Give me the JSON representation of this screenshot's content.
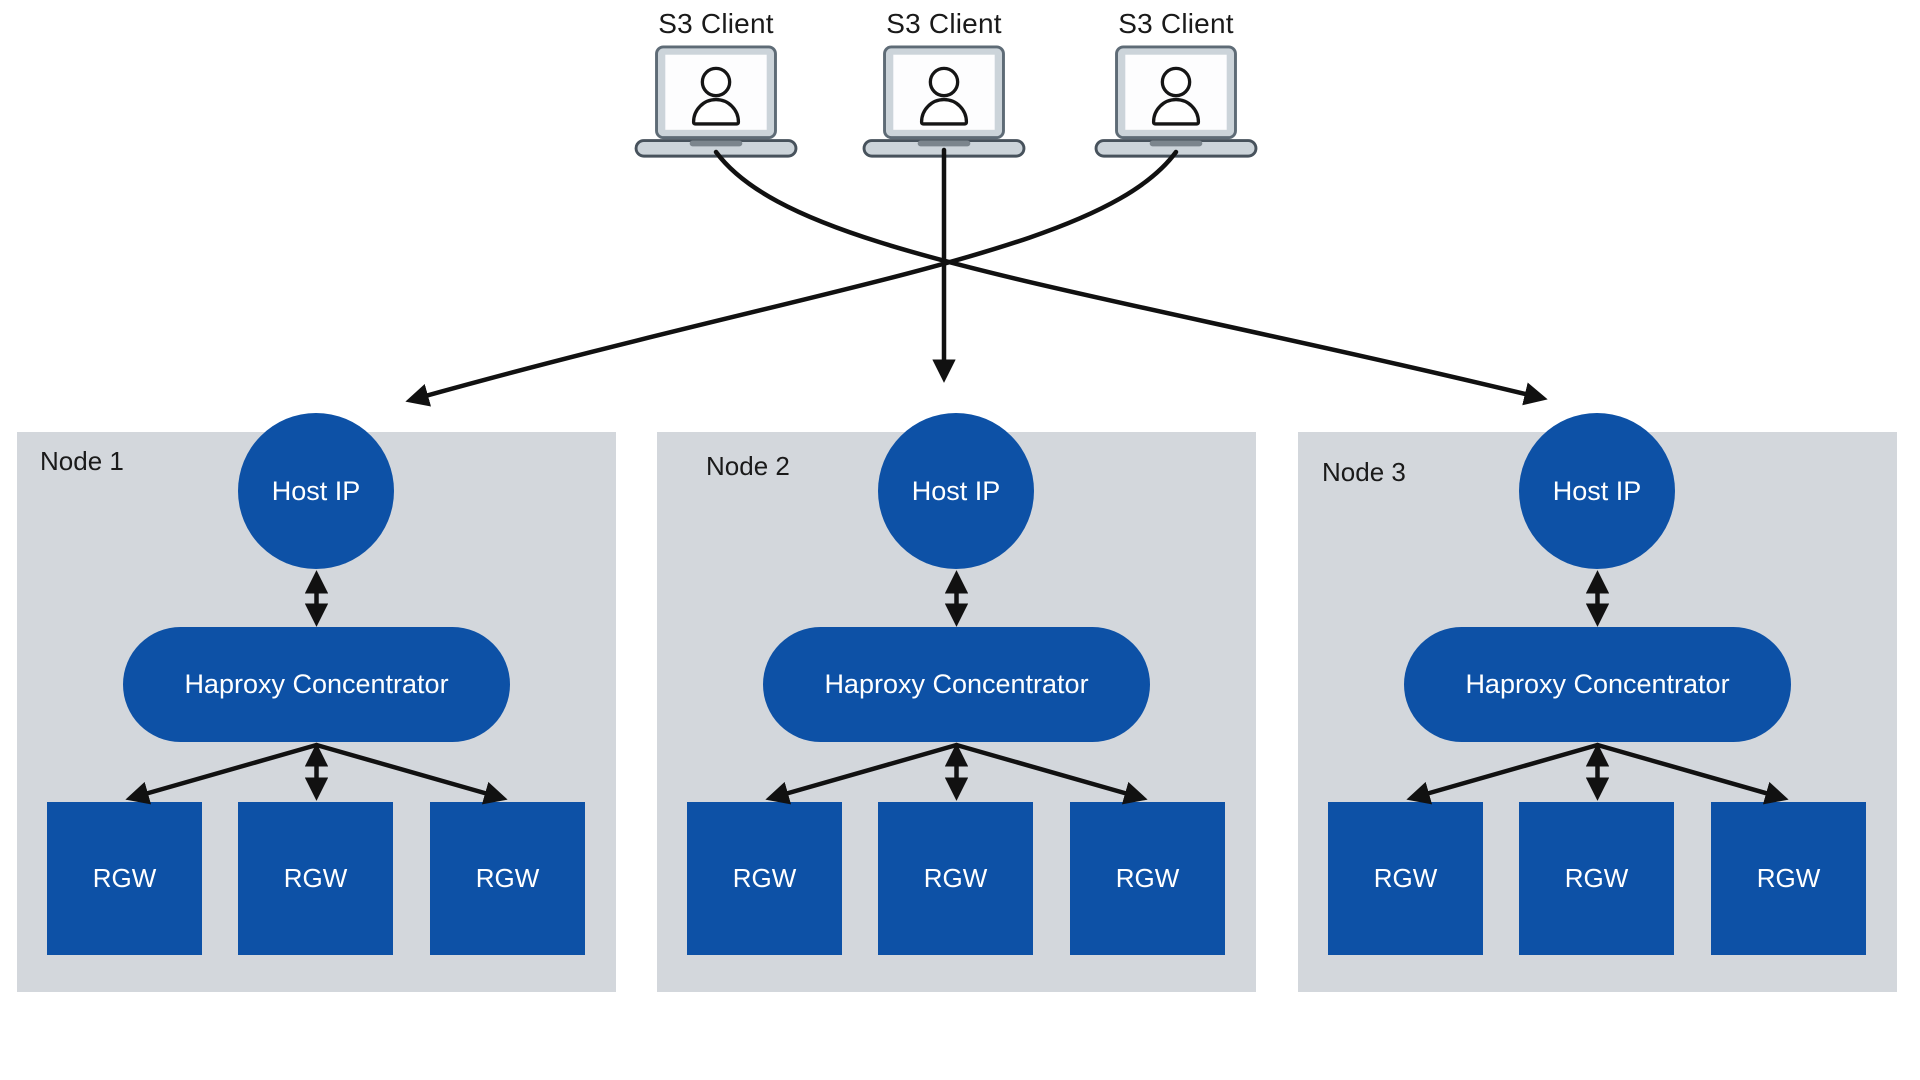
{
  "clients": [
    {
      "label": "S3 Client"
    },
    {
      "label": "S3 Client"
    },
    {
      "label": "S3 Client"
    }
  ],
  "nodes": [
    {
      "label": "Node 1",
      "host": "Host IP",
      "haproxy": "Haproxy Concentrator",
      "rgws": [
        "RGW",
        "RGW",
        "RGW"
      ]
    },
    {
      "label": "Node 2",
      "host": "Host IP",
      "haproxy": "Haproxy Concentrator",
      "rgws": [
        "RGW",
        "RGW",
        "RGW"
      ]
    },
    {
      "label": "Node 3",
      "host": "Host IP",
      "haproxy": "Haproxy Concentrator",
      "rgws": [
        "RGW",
        "RGW",
        "RGW"
      ]
    }
  ],
  "colors": {
    "accent_blue": "#0D51A6",
    "panel_gray": "#D3D7DC",
    "arrow_black": "#111111",
    "text_on_blue": "#FFFFFF",
    "label_text": "#1A1A1A",
    "laptop_body": "#CCD4DA",
    "laptop_frame": "#5E6B76",
    "laptop_screen": "#FDFDFE",
    "laptop_notch": "#7B858D"
  }
}
